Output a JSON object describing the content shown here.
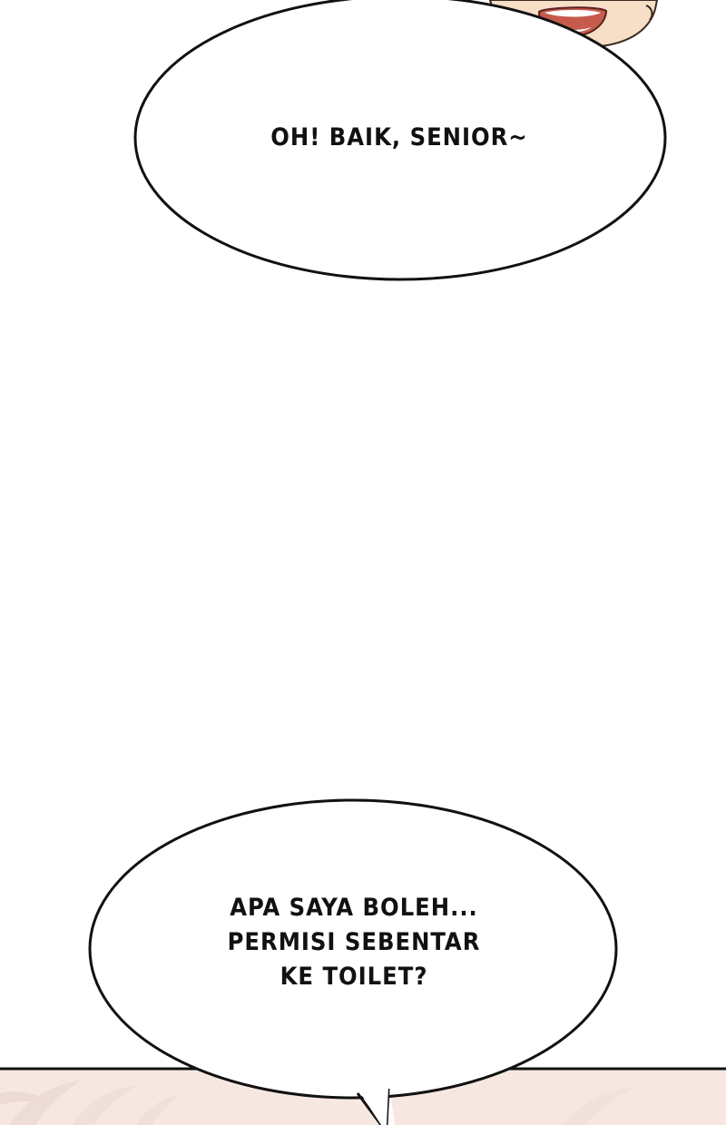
{
  "panels": {
    "top": {
      "bubble_text": "OH! BAIK, SENIOR~"
    },
    "bottom": {
      "bubble_lines": [
        "APA SAYA BOLEH...",
        "PERMISI SEBENTAR",
        "KE TOILET?"
      ]
    }
  },
  "colors": {
    "background": "#ffffff",
    "ink": "#111111",
    "skin": "#f6dfc6",
    "mouth": "#c65b4b",
    "scene_tint": "#f6e8e1"
  }
}
